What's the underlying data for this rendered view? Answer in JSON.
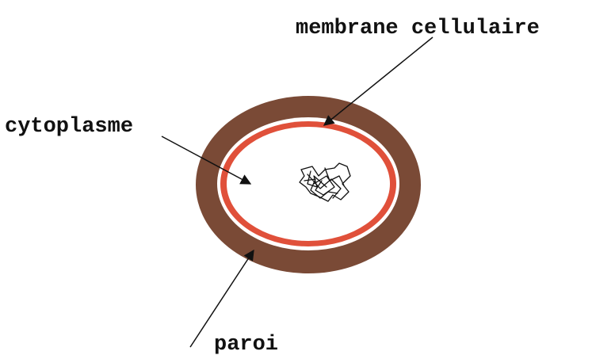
{
  "labels": {
    "membrane": "membrane cellulaire",
    "cytoplasm": "cytoplasme",
    "wall": "paroi"
  },
  "colors": {
    "wall": "#7a4a36",
    "membrane": "#e0503a",
    "cytoplasm": "#ffffff",
    "ink": "#111111"
  }
}
